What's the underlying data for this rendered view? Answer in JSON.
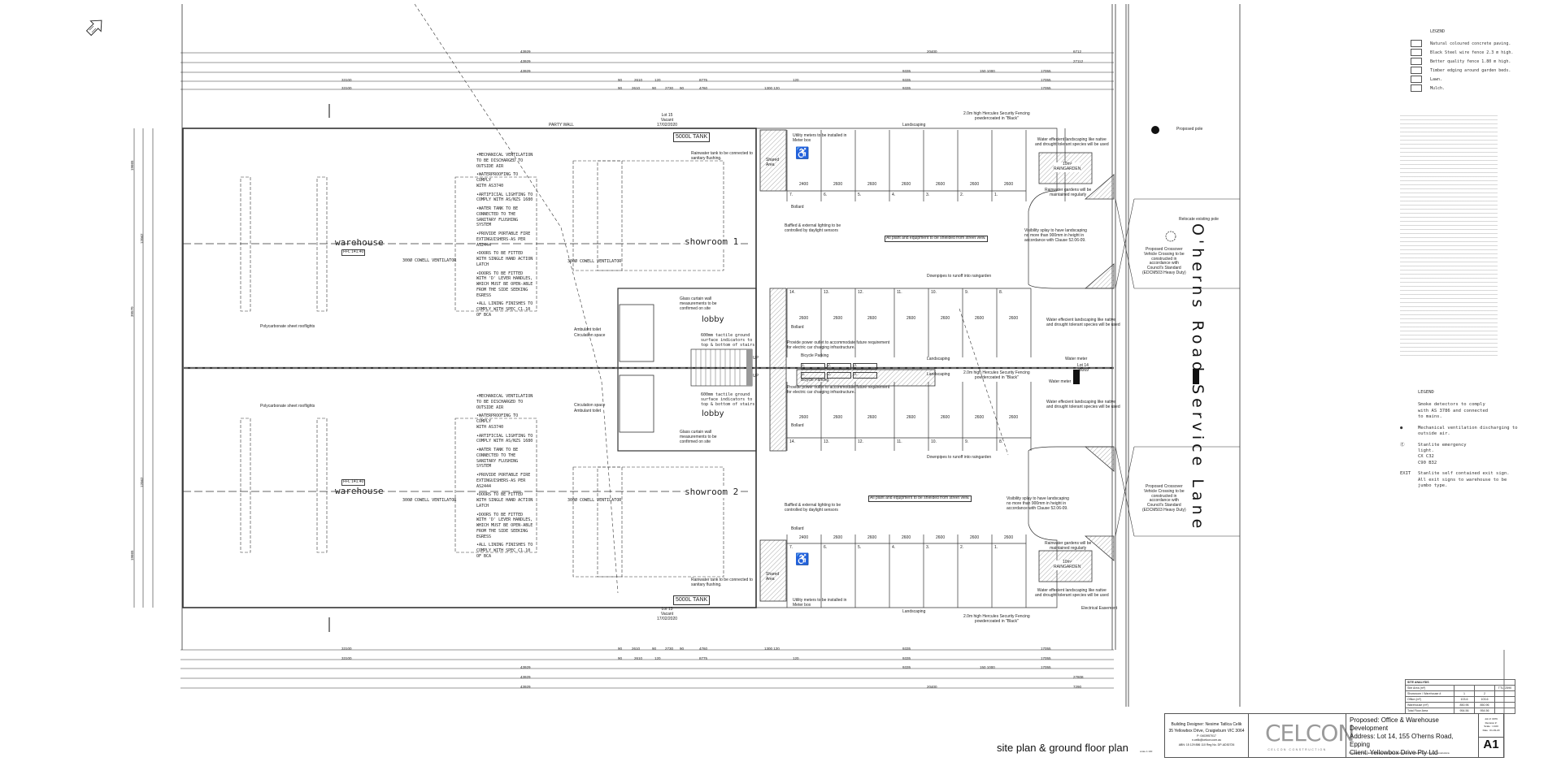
{
  "drawing_title": "site plan & ground floor plan",
  "drawing_scale": "scale 1:100",
  "road_name": "O'herns Road Service Lane",
  "rooms": {
    "warehouse_1": "warehouse",
    "warehouse_2": "warehouse",
    "showroom_1": "showroom 1",
    "showroom_2": "showroom 2",
    "lobby_1": "lobby",
    "lobby_2": "lobby",
    "ffl_1": "FFL 141.40",
    "ffl_2": "FFL 141.40",
    "tank_1": "5000L TANK",
    "tank_2": "5000L TANK"
  },
  "notes": [
    "•MECHANICAL VENTILATION\nTO BE DISCHARGED TO\nOUTSIDE AIR",
    "•WATERPROOFING TO\nCOMPLY\nWITH AS3740",
    "•ARTIFICIAL LIGHTING TO\nCOMPLY WITH AS/NZS 1680",
    "•WATER TANK TO BE\nCONNECTED TO THE\nSANITARY FLUSHING\nSYSTEM",
    "•PROVIDE PORTABLE FIRE\nEXTINGUISHERS-AS PER\nAS2444",
    "•DOORS TO BE FITTED\nWITH SINGLE HAND ACTION\nLATCH",
    "•DOORS TO BE FITTED\nWITH 'D' LEVER HANDLES,\nWHICH MUST BE OPEN-ABLE\nFROM THE SIDE SEEKING\nEGRESS",
    "•ALL LINING FINISHES TO\nCOMPLY WITH SPEC C1.10\nOF BCA"
  ],
  "annotations": {
    "ventilator": "300Ø COWELL VENTILATOR",
    "skylights": "Polycarbonate sheet rooflights",
    "party_wall": "PARTY WALL",
    "lot_15": "Lot 15\nVacant\n17/02/2020",
    "lot_13": "Lot 13\nVacant\n17/02/2020",
    "rainwater_tank": "Rainwater tank to be connected to\nsanitary flushing.",
    "utility_meters": "Utility meters to be installed in\nMeter box",
    "glass_wall": "Glass curtain wall\nmeasurements to be\nconfirmed on site",
    "tactile": "600mm tactile ground\nsurface indicators to\ntop & bottom of stairs",
    "lighting": "Baffled & external lighting to be\ncontrolled by daylight sensors",
    "plant": "All plant and equipment to be shielded from street view.",
    "downpipes": "Downpipes to runoff into raingarden",
    "power_outlet": "Provide power outlet to accommodate future requirement\nfor electric car charging infrastructure.",
    "bicycle": "Bicycle Parking",
    "bollard": "Bollard",
    "shared_area": "Shared\nArea",
    "landscaping": "Landscaping",
    "fence": "2.0m high Hercules Security Fencing\npowdercoated in \"Black\"",
    "water_landscaping": "Water effecient landscaping like native\nand drought tolerant species will be used",
    "raingarden": "10m²\nRAINGARDEN",
    "raingarden_maint": "Rainwater gardens will be\nmaintained regularly",
    "visibility": "Visibility splay to have landscaping\nno more than 900mm in height in\naccordance with Clause 52.06-09.",
    "proposed_pole": "Proposed pole",
    "relocate_pole": "Relocate existing pole",
    "crossover": "Proposed Crossover\nVehicle Crossing to be\nconstructed in\naccordance with\nCouncil's Standard\n(EDCM503 Heavy Duty)",
    "water_meter": "Water meter",
    "lot_14": "Lot 14\n25069",
    "electrical": "Electrical Easement",
    "ambulant": "Ambulant toilet",
    "circulation": "Circulation space",
    "up": "UP"
  },
  "parking": {
    "top_row": [
      "7.",
      "6.",
      "5.",
      "4.",
      "3.",
      "2.",
      "1."
    ],
    "mid_upper_row": [
      "14.",
      "13.",
      "12.",
      "11.",
      "10.",
      "9.",
      "8."
    ],
    "mid_lower_row": [
      "14.",
      "13.",
      "12.",
      "11.",
      "10.",
      "9.",
      "8."
    ],
    "bottom_row": [
      "7.",
      "6.",
      "5.",
      "4.",
      "3.",
      "2.",
      "1."
    ],
    "bay_width": "2600",
    "bay_width_accessible": "2400",
    "bicycle_spaces": [
      "1.",
      "2.",
      "3."
    ]
  },
  "dimensions": {
    "top": [
      [
        "43929",
        "20400",
        "6712"
      ],
      [
        "43929",
        "27112"
      ],
      [
        "43929",
        "150 1000",
        "9335",
        "17055"
      ],
      [
        "33100",
        "90",
        "2610",
        "120",
        "8775",
        "120",
        "9335",
        "17055"
      ],
      [
        "33100",
        "90",
        "2610",
        "90",
        "2730",
        "90",
        "4760",
        "1300 120",
        "9335",
        "17055"
      ]
    ],
    "bottom": [
      [
        "33100",
        "90",
        "2610",
        "90",
        "2730",
        "90",
        "4760",
        "1300 120",
        "9335",
        "17055"
      ],
      [
        "33100",
        "90",
        "2610",
        "120",
        "8775",
        "120",
        "9335",
        "17055"
      ],
      [
        "43929",
        "150 1000",
        "9335",
        "17055"
      ],
      [
        "43929",
        "27808"
      ],
      [
        "43929",
        "20400",
        "7290"
      ]
    ],
    "left": [
      "19665",
      "12062",
      "39570",
      "12062",
      "19665"
    ]
  },
  "legend": {
    "title": "LEGEND",
    "items": [
      "Natural coloured concrete paving.",
      "Black Steel wire fence 2.3 m high.",
      "Better quality fence 1.80 m high.",
      "Timber edging around garden beds.",
      "Lawn.",
      "Mulch."
    ]
  },
  "legend2": {
    "title": "LEGEND",
    "items": [
      {
        "key": "",
        "text": "Smoke detectors to comply\nwith AS 3786 and connected\nto mains."
      },
      {
        "key": "●",
        "text": "Mechanical ventilation discharging to\noutside air."
      },
      {
        "key": "Ⓔ",
        "text": "Stanlite emergency\nlight.\nCX C32\nC90 B32"
      },
      {
        "key": "EXIT",
        "text": "Stanlite self contained exit sign.\nAll exit signs to warehouse to be\njumbo type."
      }
    ]
  },
  "site_analysis": {
    "title": "SITE ANALYSIS",
    "rows": [
      [
        "Site Area (m²)",
        "",
        "",
        "TTL: 2590"
      ],
      [
        "Showroom / Warehouse #",
        "1",
        "2",
        ""
      ],
      [
        "Office (m²)",
        "103.6",
        "103.6",
        ""
      ],
      [
        "Warehouse (m²)",
        "850.96",
        "850.96",
        ""
      ],
      [
        "Total Floor Area",
        "954.56",
        "954.56",
        ""
      ]
    ]
  },
  "title_block": {
    "designer": [
      "Building Designer: Nesime Tatlica Celik",
      "35 Yellowbox Drive, Craigieburn VIC 3064",
      "P: 0403957017",
      "n.celik@celcon.com.au",
      "ABN: 15 129 886 110      Reg No. DP-AD30726"
    ],
    "logo": "CELCON",
    "logo_sub": "CELCON CONSTRUCTION",
    "project": "Proposed: Office & Warehouse Development",
    "address": "Address: Lot 14, 155 O'herns Road, Epping",
    "client": "Client: Yellowbox Drive Pty Ltd",
    "copyright": "© Copyright : This drawing & design must not be copied without the written consent of Celcon Constructions",
    "job": [
      "Job #: 0979",
      "Revision #:",
      "Scale : 1:100",
      "Date : 01-03-20"
    ],
    "sheet": "A1"
  },
  "colors": {
    "line": "#333333",
    "hatch": "#777777",
    "logo_grey": "#9a9a9a",
    "logo_dark": "#2b2b2b"
  }
}
